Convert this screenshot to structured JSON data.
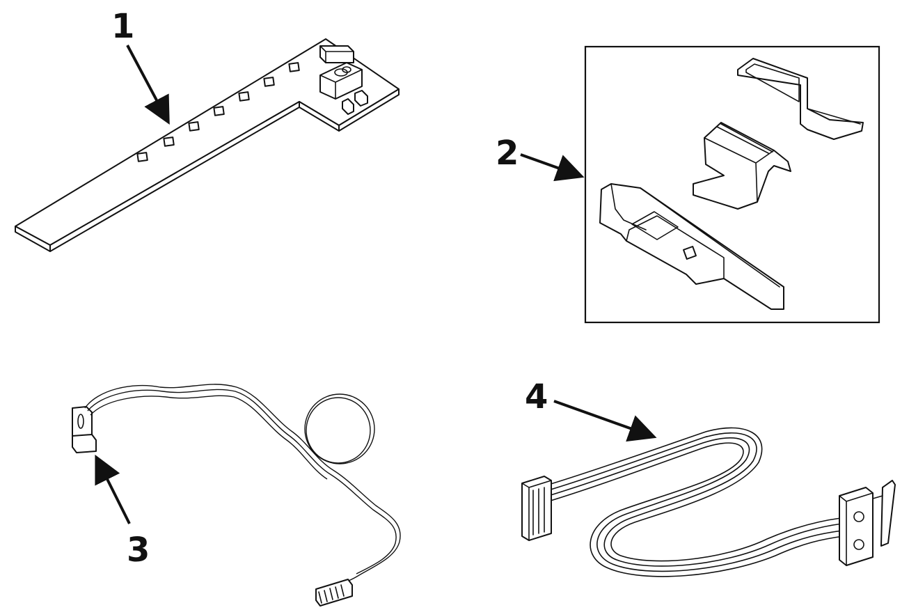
{
  "callouts": {
    "item1": "1",
    "item2": "2",
    "item3": "3",
    "item4": "4"
  },
  "colors": {
    "line": "#111111",
    "background": "#ffffff"
  }
}
